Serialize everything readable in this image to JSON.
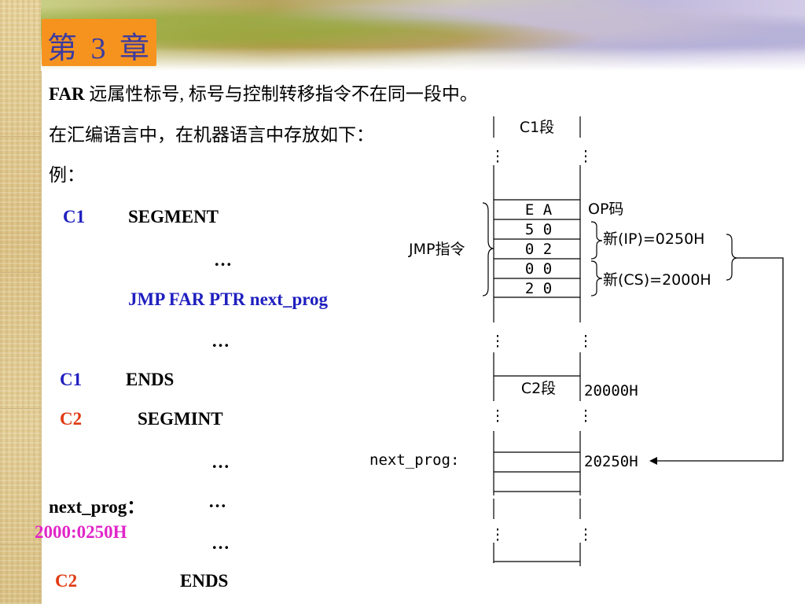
{
  "header": {
    "chapter": "第 3 章"
  },
  "text": {
    "line1_far": "FAR",
    "line1_rest": " 远属性标号, 标号与控制转移指令不在同一段中。",
    "line2": "在汇编语言中，在机器语言中存放如下：",
    "line3": "例："
  },
  "code": {
    "c1_label": "C1",
    "c1_directive": "SEGMENT",
    "ellipsis": "…",
    "jmp_line": "JMP FAR PTR  next_prog",
    "c1_end_label": "C1",
    "c1_end_directive": "ENDS",
    "c2_label": "C2",
    "c2_directive": "SEGMINT",
    "next_prog_label": "next_prog：",
    "address": "2000:0250H",
    "c2_end_label": "C2",
    "c2_end_directive": "ENDS"
  },
  "diagram": {
    "c1_segment": "C1段",
    "vdots": "⋮",
    "cells": [
      "E A",
      "5 0",
      "0 2",
      "0 0",
      "2 0"
    ],
    "opcode_label": "OP码",
    "jmp_label": "JMP指令",
    "new_ip": "新(IP)=0250H",
    "new_cs": "新(CS)=2000H",
    "c2_segment": "C2段",
    "c2_address": "20000H",
    "next_prog": "next_prog:",
    "target_address": "20250H"
  }
}
